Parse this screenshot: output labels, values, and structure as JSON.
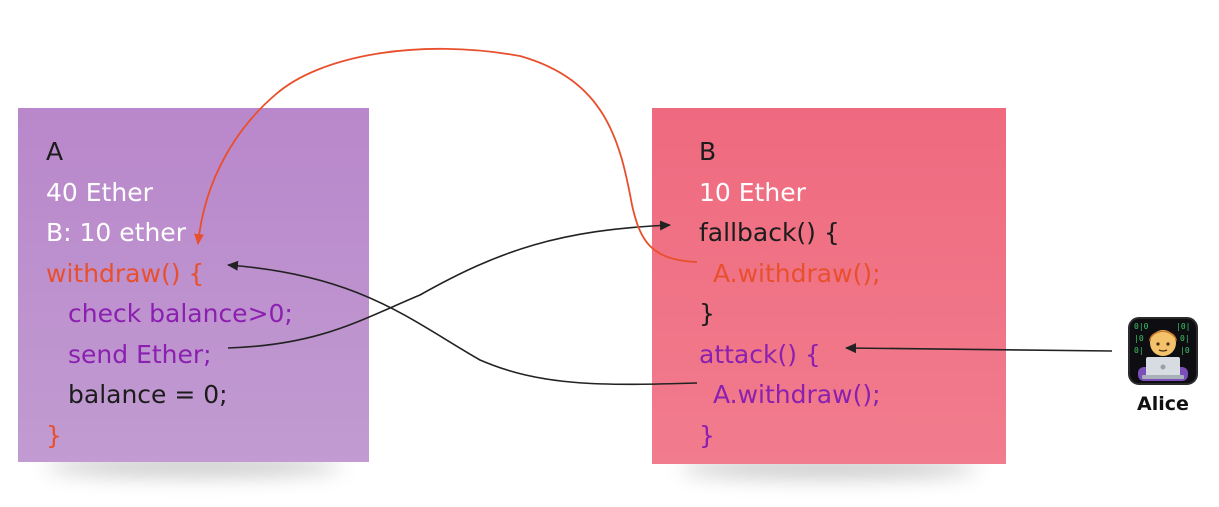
{
  "note_a": {
    "lines": {
      "title": "A",
      "ether": "40 Ether",
      "b_balance": "B: 10 ether",
      "withdraw_open": "withdraw() {",
      "check": "check balance>0;",
      "send": "send Ether;",
      "reset": "balance = 0;",
      "close": "}"
    },
    "color": "#b987cb"
  },
  "note_b": {
    "lines": {
      "title": "B",
      "ether": "10 Ether",
      "fallback_open": "fallback() {",
      "fallback_call": "A.withdraw();",
      "fallback_close": "}",
      "attack_open": "attack() {",
      "attack_call": "A.withdraw();",
      "attack_close": "}"
    },
    "color": "#ef6a7f"
  },
  "actor": {
    "label": "Alice",
    "icon": "hacker-at-laptop-icon"
  },
  "colors": {
    "reentry_arrow": "#e8502d",
    "call_arrow": "#222222",
    "code_purple": "#8a1fb0",
    "code_orange": "#e8502d"
  }
}
